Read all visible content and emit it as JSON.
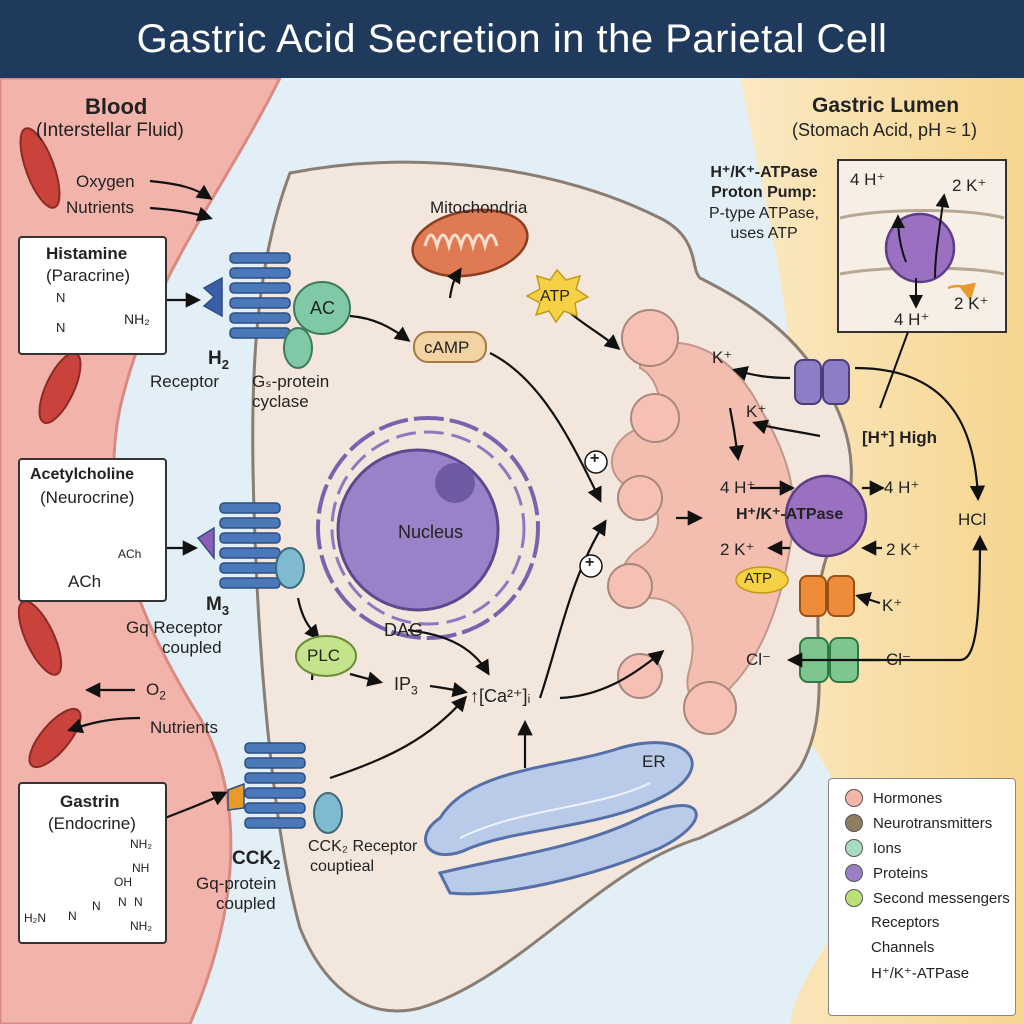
{
  "title": "Gastric Acid Secretion in the Parietal Cell",
  "blood": {
    "heading": "Blood",
    "subheading": "(Interstellar Fluid)",
    "oxygen": "Oxygen",
    "nutrients_in": "Nutrients",
    "o2": "O",
    "o2_sub": "2",
    "nutrients_out": "Nutrients"
  },
  "lumen": {
    "heading": "Gastric Lumen",
    "subheading": "(Stomach Acid, pH ≈ 1)"
  },
  "histamine": {
    "name": "Histamine",
    "type": "(Paracrine)",
    "formula_n1": "N",
    "formula_n2": "N",
    "formula_nh2": "NH₂",
    "receptor_name": "H",
    "receptor_sub": "2",
    "receptor_label": "Receptor",
    "protein_label": "Gₛ-protein",
    "cyclase_label": "cyclase",
    "ac_label": "AC"
  },
  "acetylcholine": {
    "name": "Acetylcholine",
    "type": "(Neurocrine)",
    "ach_small": "ACh",
    "ach_label": "ACh",
    "receptor_name": "M",
    "receptor_sub": "3",
    "receptor_label": "Gq Receptor",
    "receptor_label2": "coupled"
  },
  "gastrin": {
    "name": "Gastrin",
    "type": "(Endocrine)",
    "receptor_name": "CCK",
    "receptor_sub": "2",
    "receptor_label": "Gq-protein",
    "receptor_label2": "coupled",
    "receptor_side1": "CCK₂ Receptor",
    "receptor_side2": "couptieal",
    "f_nh2_top": "NH₂",
    "f_nh": "NH",
    "f_oh": "OH",
    "f_h2n": "H₂N",
    "f_n1": "N",
    "f_n2": "N",
    "f_n3": "N",
    "f_n4": "N",
    "f_nh2_bottom": "NH₂"
  },
  "cell": {
    "mitochondria": "Mitochondria",
    "atp": "ATP",
    "camp": "cAMP",
    "nucleus": "Nucleus",
    "plc": "PLC",
    "dag": "DAG",
    "ip3": "IP",
    "ip3_sub": "3",
    "ca": "↑[Ca²⁺]ᵢ",
    "er": "ER",
    "plus1": "+",
    "plus2": "+"
  },
  "canaliculus": {
    "k_out": "K⁺",
    "k_in": "K⁺",
    "h_high": "[H⁺] High",
    "four_h_in": "4 H⁺",
    "four_h_out": "4 H⁺",
    "pump": "H⁺/K⁺-ATPase",
    "two_k_in": "2 K⁺",
    "two_k_out": "2 K⁺",
    "atp": "ATP",
    "k_channel": "K⁺",
    "cl_in": "Cl⁻",
    "cl_out": "Cl⁻",
    "hcl": "HCl"
  },
  "pump_inset": {
    "title1": "H⁺/K⁺-ATPase",
    "title2": "Proton Pump:",
    "desc1": "P-type ATPase,",
    "desc2": "uses ATP",
    "h_top": "4 H⁺",
    "k_top": "2 K⁺",
    "k_bottom": "2 K⁺",
    "h_bottom": "4 H⁺"
  },
  "legend": [
    {
      "label": "Hormones",
      "color": "#f4b6a8",
      "kind": "dot"
    },
    {
      "label": "Neurotransmitters",
      "color": "#8d7f5f",
      "kind": "dot"
    },
    {
      "label": "Ions",
      "color": "#a8dcc0",
      "kind": "dot"
    },
    {
      "label": "Proteins",
      "color": "#9b7fc6",
      "kind": "dot"
    },
    {
      "label": "Second messengers",
      "color": "#b9e07a",
      "kind": "dot"
    },
    {
      "label": "Receptors",
      "color": "#4a78b8",
      "kind": "receptor"
    },
    {
      "label": "Channels",
      "color": "#a58bd0",
      "kind": "channel"
    },
    {
      "label": "H⁺/K⁺-ATPase",
      "color": "#8e6cc4",
      "kind": "pump"
    }
  ],
  "colors": {
    "title_bg": "#1f3a5c",
    "blood": "#f2b3ab",
    "interstitial": "#e3eff7",
    "cell": "#f3e6dc",
    "lumen": "#f8dc9a",
    "receptor": "#4a78b8",
    "ac": "#7fc9a6",
    "plc": "#c3e48b",
    "camp": "#f2d3a4",
    "nucleus": "#9a82c9",
    "er": "#b9cbe8",
    "pump": "#9a70c0"
  }
}
